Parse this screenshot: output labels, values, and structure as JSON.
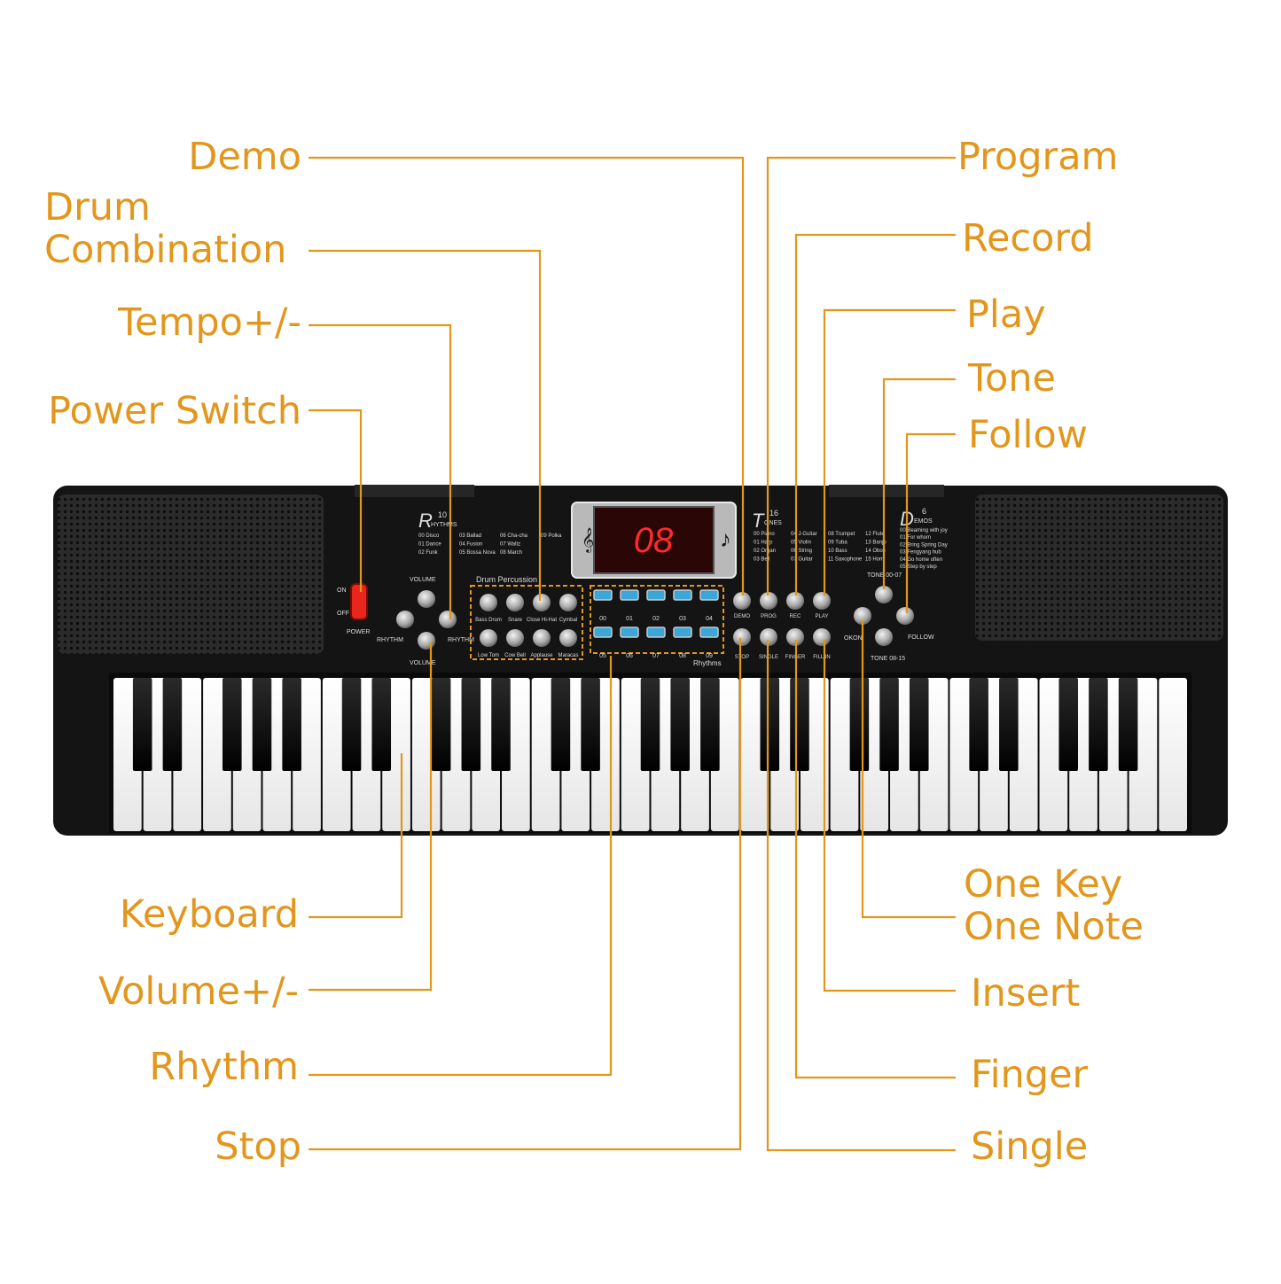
{
  "colors": {
    "accent": "#e2961c",
    "body": "#141414",
    "speaker": "#262626",
    "panel_text": "#dcdcdc",
    "led_text": "#ff2a2a",
    "power_switch": "#e8261c",
    "blue_button": "#3aa7d8",
    "background": "#ffffff"
  },
  "callouts": {
    "demo": "Demo",
    "drum_combination": "Drum\nCombination",
    "tempo": "Tempo+/-",
    "power_switch": "Power Switch",
    "keyboard": "Keyboard",
    "volume": "Volume+/-",
    "rhythm": "Rhythm",
    "stop": "Stop",
    "program": "Program",
    "record": "Record",
    "play": "Play",
    "tone": "Tone",
    "follow": "Follow",
    "one_key_one_note": "One Key\nOne Note",
    "insert": "Insert",
    "finger": "Finger",
    "single": "Single"
  },
  "panel": {
    "display": "08",
    "power": {
      "on": "ON",
      "off": "OFF",
      "label": "POWER"
    },
    "volume_label": "VOLUME",
    "rhythm_label": "RHYTHM",
    "rhythms_title_big": "R",
    "rhythms_count": "10",
    "rhythms_title_small": "HYTHMS",
    "rhythms_list": [
      "00 Disco",
      "01 Dance",
      "02 Funk",
      "03 Ballad",
      "04 Fusion",
      "05 Bossa Nova",
      "06 Cha-cha",
      "07 Waltz",
      "08 March",
      "09 Polka"
    ],
    "drum_percussion": "Drum Percussion",
    "drum_pads_top": [
      "Bass Drum",
      "Snare",
      "Close Hi-Hat",
      "Cymbal"
    ],
    "drum_pads_bottom": [
      "Low Tom",
      "Cow Bell",
      "Applause",
      "Maracas"
    ],
    "numbers_top": [
      "00",
      "01",
      "02",
      "03",
      "04"
    ],
    "numbers_bottom": [
      "05",
      "06",
      "07",
      "08",
      "09"
    ],
    "rhythms_caption": "Rhythms",
    "tones_title_big": "T",
    "tones_count": "16",
    "tones_title_small": "ONES",
    "tones_list": [
      "00 Piano",
      "01 Harp",
      "02 Organ",
      "03 Bell",
      "04 J-Guitar",
      "05 Violin",
      "06 String",
      "07 Guitar",
      "08 Trumpet",
      "09 Tuba",
      "10 Bass",
      "11 Saxophone",
      "12 Flute",
      "13 Banjo",
      "14 Oboe",
      "15 Horn"
    ],
    "demos_title_big": "D",
    "demos_count": "6",
    "demos_title_small": "EMOS",
    "demos_list": [
      "00 Beaming with joy",
      "01 For whom",
      "02 Bring Spring Day",
      "03 Fengyang hub",
      "04 Go home often",
      "05 Step by step"
    ],
    "func_top": [
      "DEMO",
      "PROG",
      "REC",
      "PLAY"
    ],
    "func_bottom": [
      "STOP",
      "SINGLE",
      "FINGER",
      "FILL IN"
    ],
    "tone_up": "TONE 00-07",
    "tone_down": "TONE 08-15",
    "okon": "OKON",
    "follow": "FOLLOW"
  }
}
